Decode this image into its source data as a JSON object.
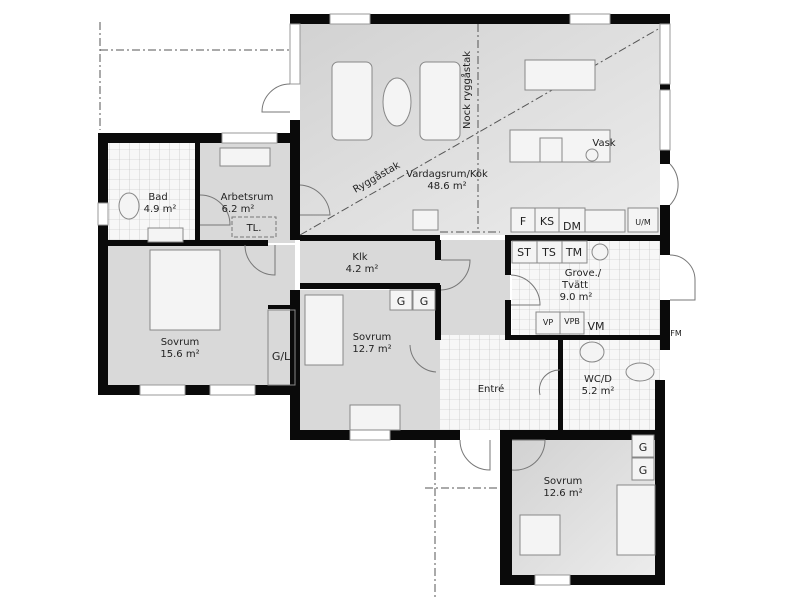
{
  "rooms": {
    "vardagsrum": {
      "name": "Vardagsrum/Kök",
      "area": "48.6 m²"
    },
    "bad": {
      "name": "Bad",
      "area": "4.9 m²"
    },
    "arbetsrum": {
      "name": "Arbetsrum",
      "area": "6.2 m²"
    },
    "sovrum_large": {
      "name": "Sovrum",
      "area": "15.6 m²"
    },
    "klk": {
      "name": "Klk",
      "area": "4.2 m²"
    },
    "sovrum_mid": {
      "name": "Sovrum",
      "area": "12.7 m²"
    },
    "entre": {
      "name": "Entré"
    },
    "grovtvatt": {
      "name1": "Grove./",
      "name2": "Tvätt",
      "area": "9.0 m²"
    },
    "wcd": {
      "name": "WC/D",
      "area": "5.2 m²"
    },
    "sovrum_small": {
      "name": "Sovrum",
      "area": "12.6 m²"
    }
  },
  "annotations": {
    "ridge": "Ryggåstak",
    "ridge_top": "Nock ryggåstak",
    "sink": "Vask",
    "tl": "TL.",
    "gl": "G/L",
    "fm": "FM"
  },
  "appliances": {
    "kitchen": [
      "F",
      "KS",
      "DM",
      "U/M"
    ],
    "laundry": [
      "ST",
      "TS",
      "TM"
    ],
    "laundry_low": [
      "VP",
      "VPB",
      "VM"
    ],
    "wardrobe_mid": [
      "G",
      "G"
    ],
    "wardrobe_small": [
      "G",
      "G"
    ]
  }
}
